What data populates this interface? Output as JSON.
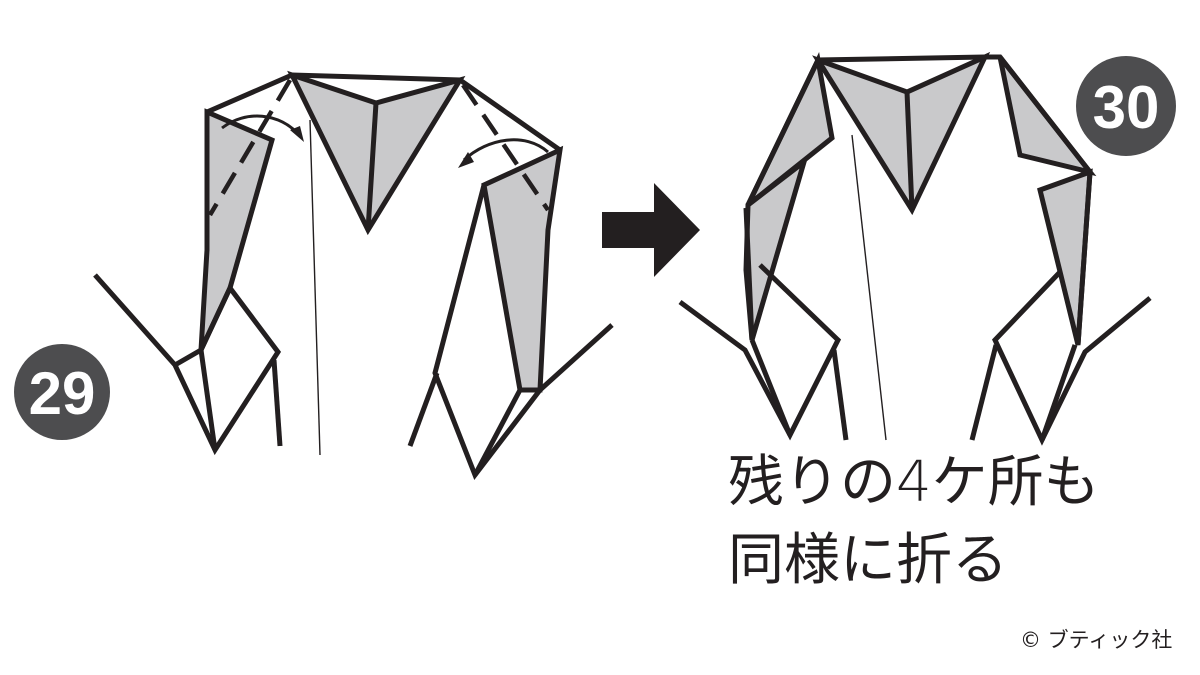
{
  "steps": [
    {
      "number": "29"
    },
    {
      "number": "30"
    }
  ],
  "instruction": {
    "line1": "残りの4ケ所も",
    "line2": "同様に折る"
  },
  "copyright": "© ブティック社",
  "colors": {
    "ink": "#231f20",
    "paper_gray": "#c9c9cb",
    "badge": "#4d4d4f",
    "background": "#ffffff"
  }
}
